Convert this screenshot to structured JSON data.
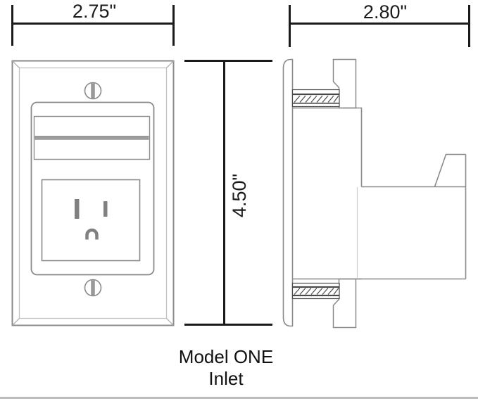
{
  "caption": {
    "line1": "Model ONE",
    "line2": "Inlet"
  },
  "dimensions": {
    "front_width": "2.75\"",
    "side_width": "2.80\"",
    "height": "4.50\""
  },
  "colors": {
    "dimension_line": "#1a1a1a",
    "drawing_line": "#8a8a8a",
    "slot_fill": "#808080",
    "screw_slot": "#9a9a9a",
    "bottom_rule": "#bdbdbd"
  }
}
